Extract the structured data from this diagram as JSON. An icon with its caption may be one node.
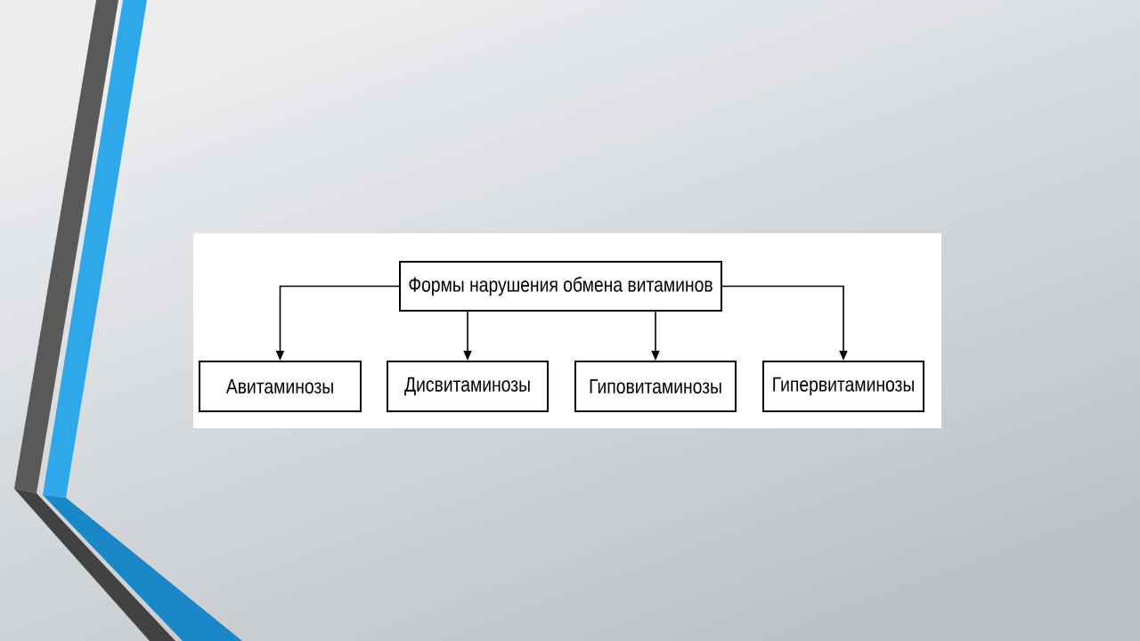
{
  "diagram": {
    "nodes": [
      {
        "text": [
          "Формы нарушения обмена витаминов"
        ]
      },
      {
        "text": [
          "Авитаминозы"
        ]
      },
      {
        "text": [
          "Дисвитаминозы"
        ]
      },
      {
        "text": [
          "Гиповитаминозы"
        ]
      },
      {
        "text": [
          "Гипервитаминозы"
        ]
      }
    ],
    "edges": [
      {
        "from": 0,
        "to": 1,
        "arrow": "to"
      },
      {
        "from": 0,
        "to": 2,
        "arrow": "to"
      },
      {
        "from": 0,
        "to": 3,
        "arrow": "to"
      },
      {
        "from": 0,
        "to": 4,
        "arrow": "to"
      }
    ]
  }
}
